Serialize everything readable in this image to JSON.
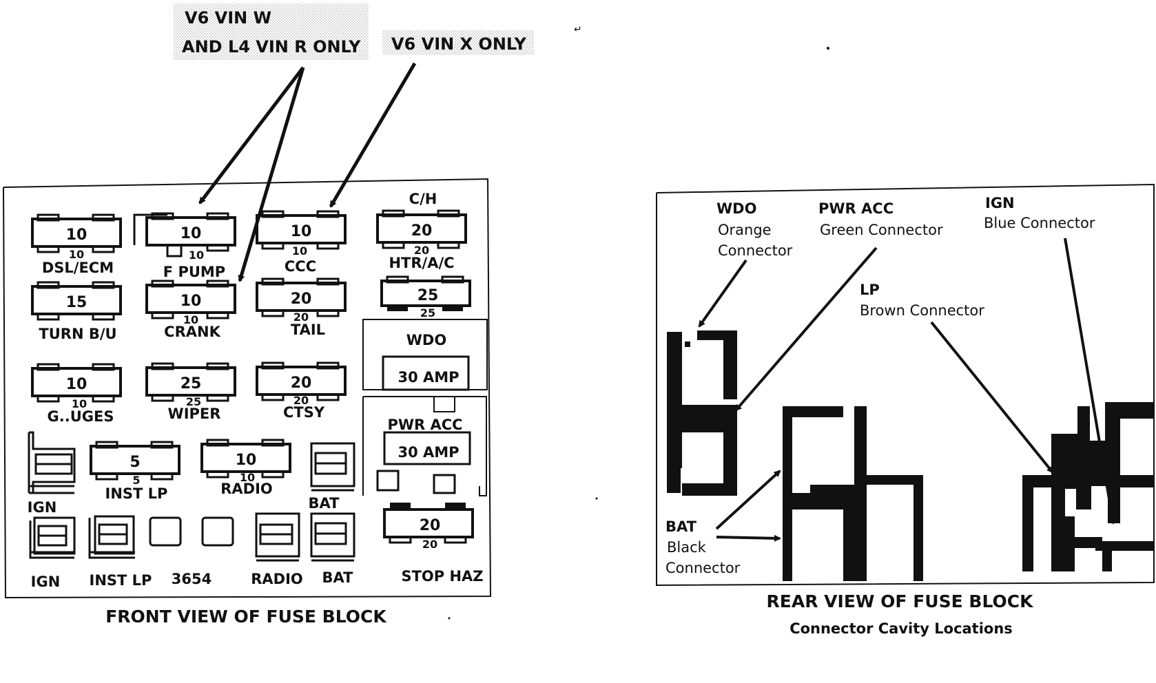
{
  "callouts": {
    "vin_w_line1": "V6 VIN W",
    "vin_w_line2": "AND L4 VIN R ONLY",
    "vin_x": "V6 VIN X ONLY"
  },
  "front": {
    "caption": "FRONT VIEW OF FUSE BLOCK",
    "fuses": [
      {
        "id": "dsl-ecm",
        "amp": "10",
        "sub": "10",
        "label": "DSL/ECM"
      },
      {
        "id": "f-pump",
        "amp": "10",
        "sub": "10",
        "label": "F PUMP"
      },
      {
        "id": "ccc",
        "amp": "10",
        "sub": "10",
        "label": "CCC"
      },
      {
        "id": "htr-ac",
        "amp": "20",
        "sub": "20",
        "label": "HTR/A/C",
        "top": "C/H"
      },
      {
        "id": "turn-bu",
        "amp": "15",
        "sub": "",
        "label": "TURN B/U"
      },
      {
        "id": "crank",
        "amp": "10",
        "sub": "10",
        "label": "CRANK"
      },
      {
        "id": "tail",
        "amp": "20",
        "sub": "20",
        "label": "TAIL"
      },
      {
        "id": "fuse-25",
        "amp": "25",
        "sub": "25",
        "label": ""
      },
      {
        "id": "gauges",
        "amp": "10",
        "sub": "10",
        "label": "G..UGES"
      },
      {
        "id": "wiper",
        "amp": "25",
        "sub": "25",
        "label": "WIPER"
      },
      {
        "id": "ctsy",
        "amp": "20",
        "sub": "20",
        "label": "CTSY"
      },
      {
        "id": "inst-lp",
        "amp": "5",
        "sub": "5",
        "label": "INST LP"
      },
      {
        "id": "radio",
        "amp": "10",
        "sub": "10",
        "label": "RADIO"
      },
      {
        "id": "stop-haz",
        "amp": "20",
        "sub": "20",
        "label": ""
      }
    ],
    "breakers": [
      {
        "id": "wdo",
        "label": "WDO",
        "rating": "30 AMP"
      },
      {
        "id": "pwr-acc",
        "label": "PWR ACC",
        "rating": "30 AMP"
      }
    ],
    "side_labels": {
      "ign_top": "IGN",
      "bat_top": "BAT",
      "ign_bottom": "IGN",
      "inst_lp_bottom": "INST LP",
      "code_3654": "3654",
      "radio_bottom": "RADIO",
      "bat_bottom": "BAT",
      "stop_haz": "STOP HAZ"
    }
  },
  "rear": {
    "title": "REAR VIEW OF FUSE BLOCK",
    "subtitle": "Connector Cavity Locations",
    "connectors": {
      "wdo_name": "WDO",
      "wdo_l1": "Orange",
      "wdo_l2": "Connector",
      "pwr_name": "PWR ACC",
      "pwr_l1": "Green Connector",
      "ign_name": "IGN",
      "ign_l1": "Blue Connector",
      "lp_name": "LP",
      "lp_l1": "Brown Connector",
      "bat_name": "BAT",
      "bat_l1": "Black",
      "bat_l2": "Connector"
    }
  }
}
